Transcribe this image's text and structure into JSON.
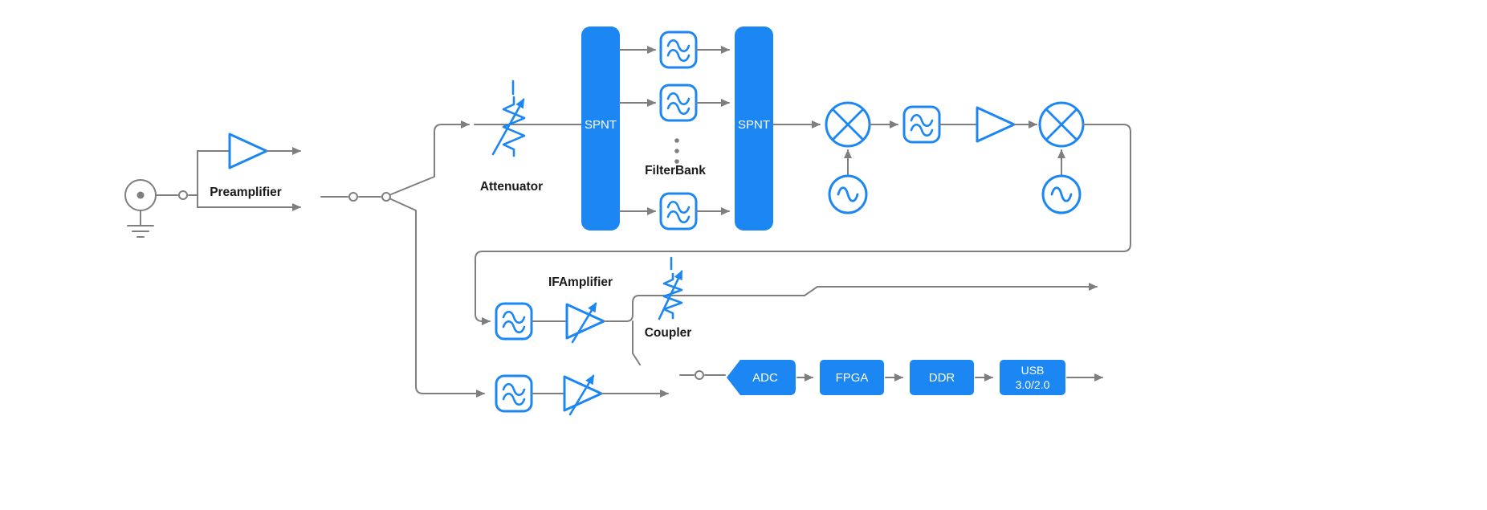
{
  "diagram": {
    "type": "rf-receiver-block-diagram",
    "labels": {
      "preamplifier": "Preamplifier",
      "attenuator": "Attenuator",
      "spnt_1": "SPNT",
      "filterbank": "FilterBank",
      "spnt_2": "SPNT",
      "if_amplifier": "IFAmplifier",
      "coupler": "Coupler",
      "adc": "ADC",
      "fpga": "FPGA",
      "ddr": "DDR",
      "usb_line_1": "USB",
      "usb_line_2": "3.0/2.0"
    },
    "icons": {
      "input_port": "coax-connector-with-ground",
      "switch_contact": "small-open-circle",
      "amplifier": "right-pointing-triangle",
      "variable_amplifier": "triangle-with-diagonal-arrow",
      "attenuator": "vertical-resistor-zigzag-with-arrow",
      "coupler": "vertical-resistor-zigzag-with-arrow",
      "filter": "rounded-square-with-double-wave",
      "mixer": "circle-with-x",
      "local_oscillator": "circle-with-sine",
      "ellipsis": "vertical-three-dots",
      "signal_flow": "arrowhead"
    },
    "colors": {
      "accent": "#1c87f2",
      "line": "#7f7f7f",
      "text": "#1a1a1a",
      "background": "#ffffff"
    }
  }
}
